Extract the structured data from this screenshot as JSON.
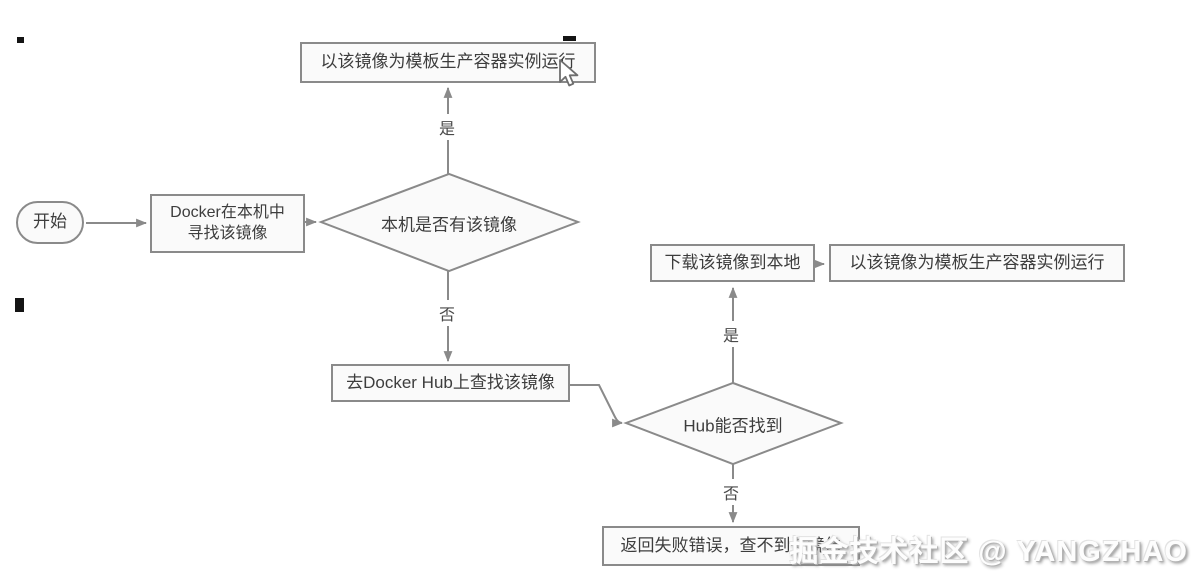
{
  "watermark": {
    "text": "掘金技术社区 @ YANGZHAO"
  },
  "labels": {
    "yes": "是",
    "no": "否"
  },
  "nodes": {
    "start": {
      "label": "开始"
    },
    "find_local": {
      "line1": "Docker在本机中",
      "line2": "寻找该镜像"
    },
    "has_image": {
      "label": "本机是否有该镜像"
    },
    "run_top": {
      "label": "以该镜像为模板生产容器实例运行"
    },
    "search_hub": {
      "label": "去Docker Hub上查找该镜像"
    },
    "hub_found": {
      "label": "Hub能否找到"
    },
    "download": {
      "label": "下载该镜像到本地"
    },
    "run_right": {
      "label": "以该镜像为模板生产容器实例运行"
    },
    "fail": {
      "label": "返回失败错误，查不到该镜像"
    }
  },
  "colors": {
    "background": "#ffffff",
    "node_fill": "#fafafa",
    "node_border": "#8a8a8a",
    "connector": "#8a8a8a",
    "text": "#3d3d3d",
    "watermark_fill": "#fdfdfd",
    "watermark_shadow": "#8c8c8c"
  }
}
